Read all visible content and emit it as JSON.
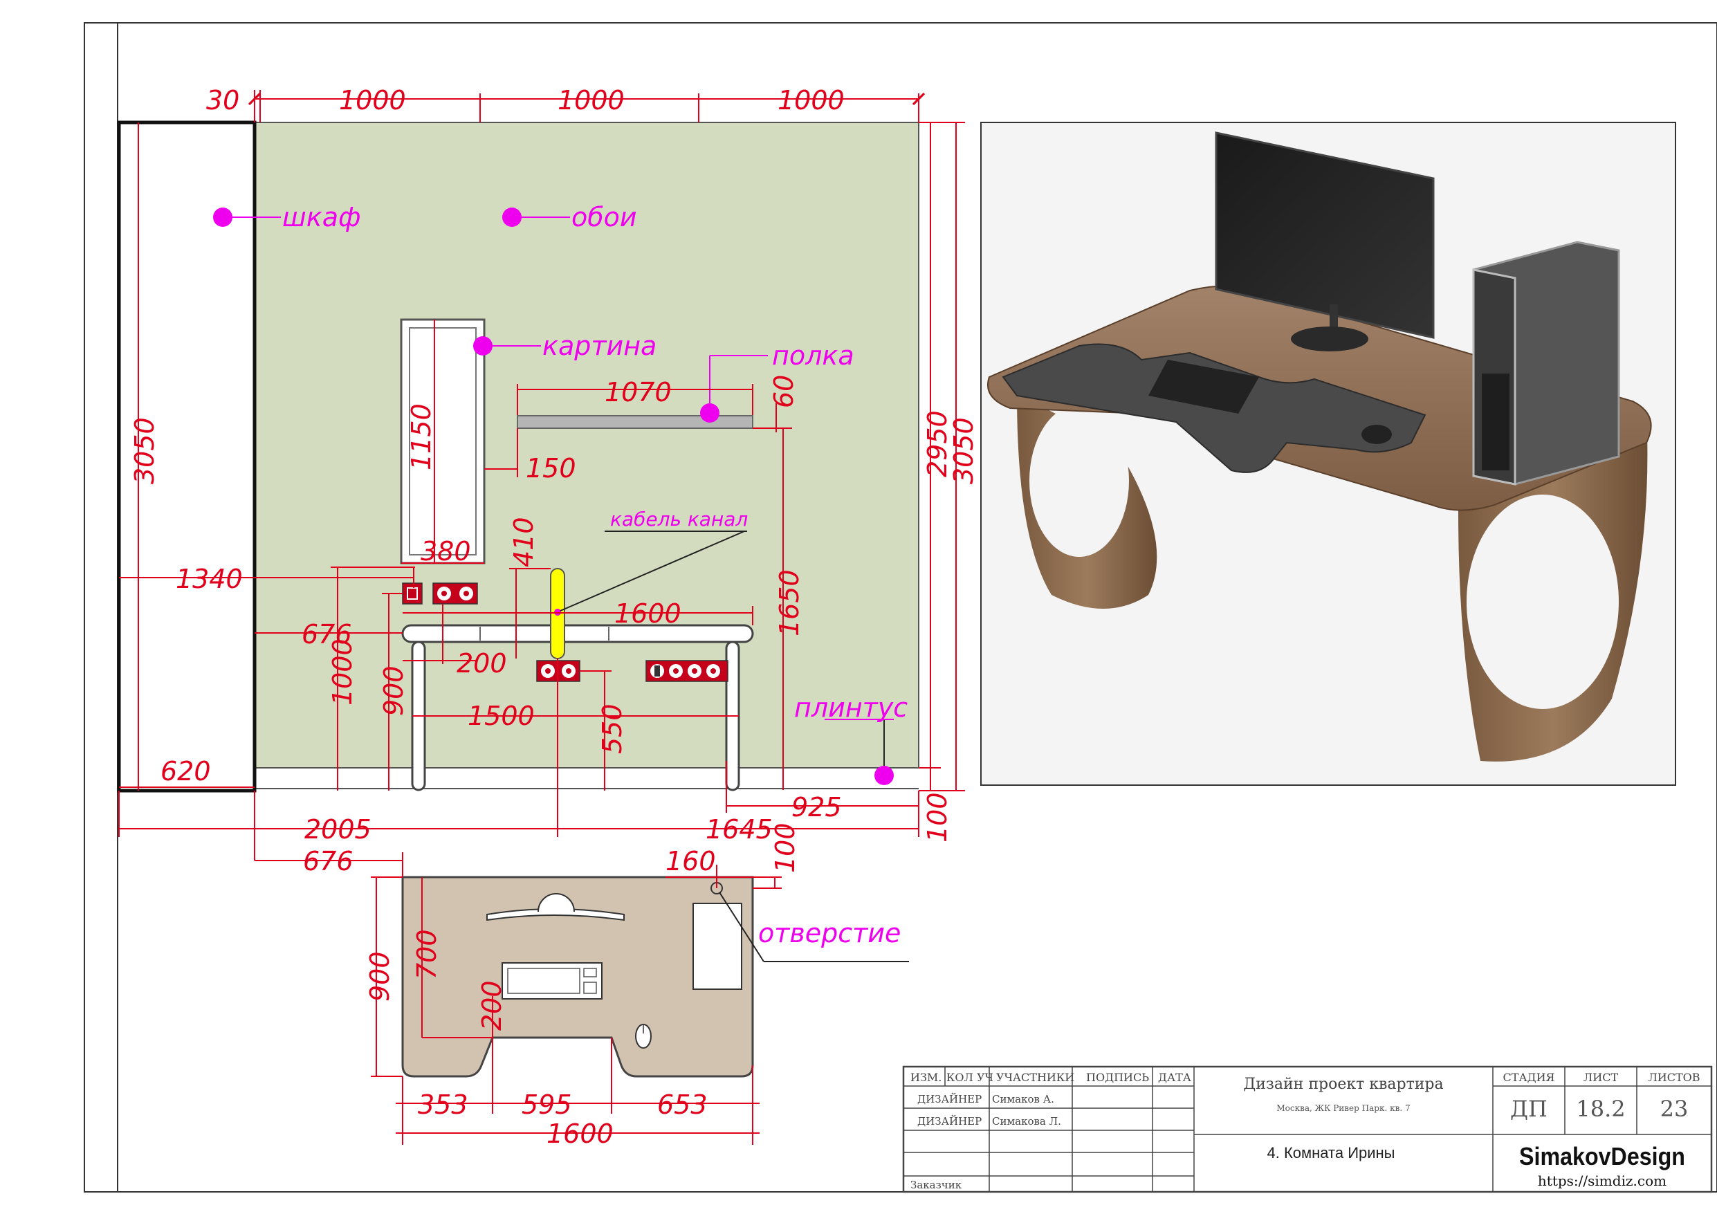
{
  "drawing": {
    "elevation_labels": {
      "cabinet": "шкаф",
      "wallpaper": "обои",
      "picture": "картина",
      "shelf": "полка",
      "cable_channel": "кабель канал",
      "baseboard": "плинтус",
      "hole": "отверстие"
    },
    "dimensions": {
      "top_30": "30",
      "top_1000_a": "1000",
      "top_1000_b": "1000",
      "top_1000_c": "1000",
      "cabinet_height": "3050",
      "wall_height_2950": "2950",
      "wall_height_3050": "3050",
      "picture_height": "1150",
      "shelf_width": "1070",
      "shelf_thickness": "60",
      "shelf_offset": "150",
      "picture_width": "380",
      "channel_410": "410",
      "desk_1600": "1600",
      "desk_1650": "1650",
      "socket_1340": "1340",
      "desk_676": "676",
      "dim_200": "200",
      "h_1000": "1000",
      "h_900": "900",
      "dim_1500": "1500",
      "dim_550": "550",
      "cabinet_620": "620",
      "dim_925": "925",
      "dim_2005": "2005",
      "dim_1645": "1645",
      "floor_100": "100",
      "plan_676": "676",
      "plan_160": "160",
      "plan_100": "100",
      "plan_900": "900",
      "plan_700": "700",
      "plan_200": "200",
      "plan_353": "353",
      "plan_595": "595",
      "plan_653": "653",
      "plan_1600": "1600"
    }
  },
  "title_block": {
    "headers": {
      "izm": "ИЗМ.",
      "kol_uch": "КОЛ УЧ",
      "participants": "УЧАСТНИКИ",
      "signature": "ПОДПИСЬ",
      "date": "ДАТА",
      "stage": "СТАДИЯ",
      "sheet": "ЛИСТ",
      "sheets": "ЛИСТОВ"
    },
    "rows": [
      {
        "role": "ДИЗАЙНЕР",
        "name": "Симаков А."
      },
      {
        "role": "ДИЗАЙНЕР",
        "name": "Симакова Л."
      }
    ],
    "customer_label": "Заказчик",
    "project_title": "Дизайн проект квартира",
    "project_address": "Москва, ЖК Ривер Парк. кв. 7",
    "room_title": "4. Комната Ирины",
    "stage_value": "ДП",
    "sheet_value": "18.2",
    "sheets_value": "23",
    "logo": "SimakovDesign",
    "url": "https://simdiz.com"
  },
  "colors": {
    "dimension": "#e0001b",
    "label": "#ee00ee",
    "wall": "#d4dcbf",
    "desk_plan": "#d2c3b0",
    "cable_channel": "#ffff00",
    "socket": "#c4001a"
  }
}
